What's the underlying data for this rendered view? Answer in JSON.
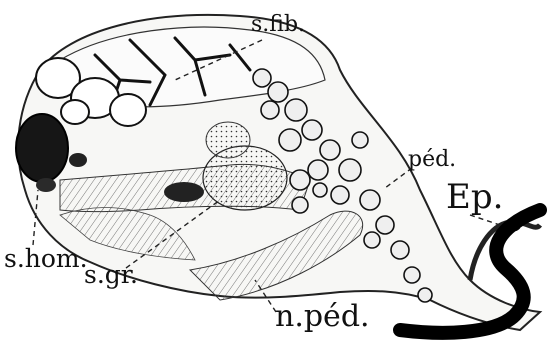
{
  "figure": {
    "labels": {
      "s_fib": "s.fib.",
      "ped": "péd.",
      "ep": "Ep.",
      "s_hom": "s.hom.",
      "s_gr": "s.gr.",
      "n_ped": "n.péd."
    }
  }
}
